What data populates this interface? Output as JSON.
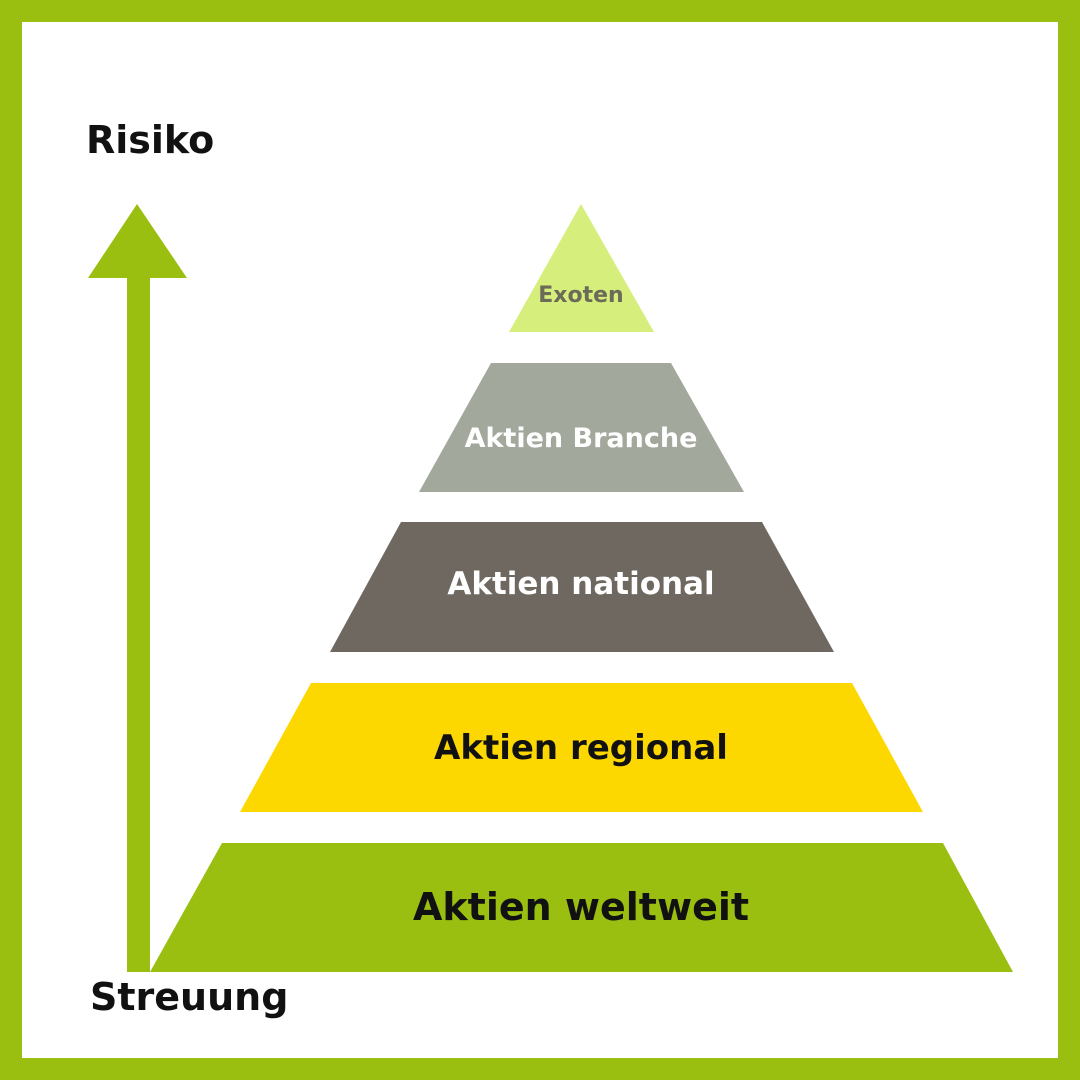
{
  "axis": {
    "top_label": "Risiko",
    "bottom_label": "Streuung"
  },
  "colors": {
    "frame": "#9abf11",
    "arrow": "#9abf11"
  },
  "tiers": [
    {
      "label": "Exoten",
      "fill": "#d6ef7c",
      "text_color": "#6b6b58"
    },
    {
      "label": "Aktien Branche",
      "fill": "#a3a89d",
      "text_color": "#ffffff"
    },
    {
      "label": "Aktien national",
      "fill": "#6e6861",
      "text_color": "#ffffff"
    },
    {
      "label": "Aktien regional",
      "fill": "#fdd800",
      "text_color": "#111111"
    },
    {
      "label": "Aktien weltweit",
      "fill": "#9abf11",
      "text_color": "#111111"
    }
  ]
}
